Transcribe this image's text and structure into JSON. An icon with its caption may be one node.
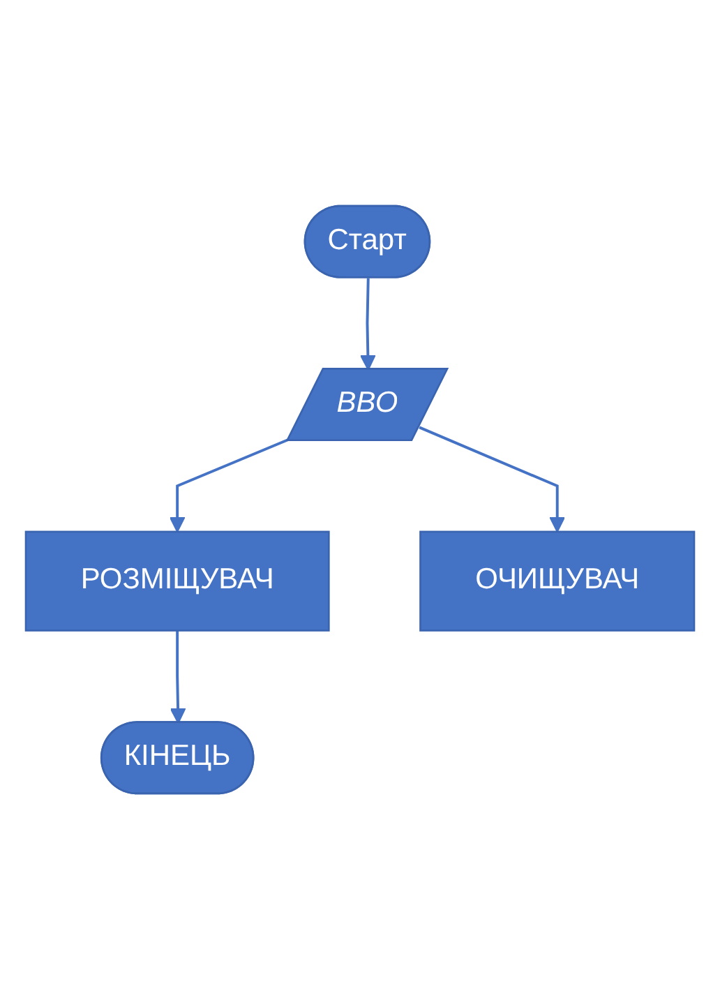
{
  "diagram": {
    "nodes": [
      {
        "text": [
          "Старт"
        ]
      },
      {
        "text": [
          "ВВО"
        ]
      },
      {
        "text": [
          "РОЗМІЩУВАЧ"
        ]
      },
      {
        "text": [
          "ОЧИЩУВАЧ"
        ]
      },
      {
        "text": [
          "КІНЕЦЬ"
        ]
      }
    ],
    "edges": [
      {
        "from": 0,
        "to": 1,
        "arrow": "to"
      },
      {
        "from": 1,
        "to": 2,
        "arrow": "to"
      },
      {
        "from": 1,
        "to": 3,
        "arrow": "to"
      },
      {
        "from": 2,
        "to": 4,
        "arrow": "to"
      }
    ]
  }
}
